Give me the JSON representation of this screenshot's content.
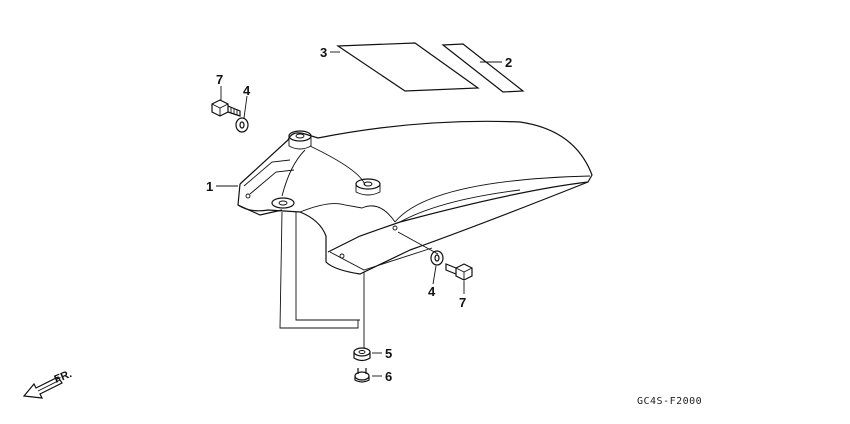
{
  "callouts": [
    {
      "id": "c1",
      "label": "1"
    },
    {
      "id": "c2",
      "label": "2"
    },
    {
      "id": "c3",
      "label": "3"
    },
    {
      "id": "c4a",
      "label": "4"
    },
    {
      "id": "c4b",
      "label": "4"
    },
    {
      "id": "c5",
      "label": "5"
    },
    {
      "id": "c6",
      "label": "6"
    },
    {
      "id": "c7a",
      "label": "7"
    },
    {
      "id": "c7b",
      "label": "7"
    }
  ],
  "direction_label": "FR.",
  "diagram_code": "GC4S-F2000",
  "colors": {
    "line": "#111111",
    "background": "#ffffff"
  }
}
